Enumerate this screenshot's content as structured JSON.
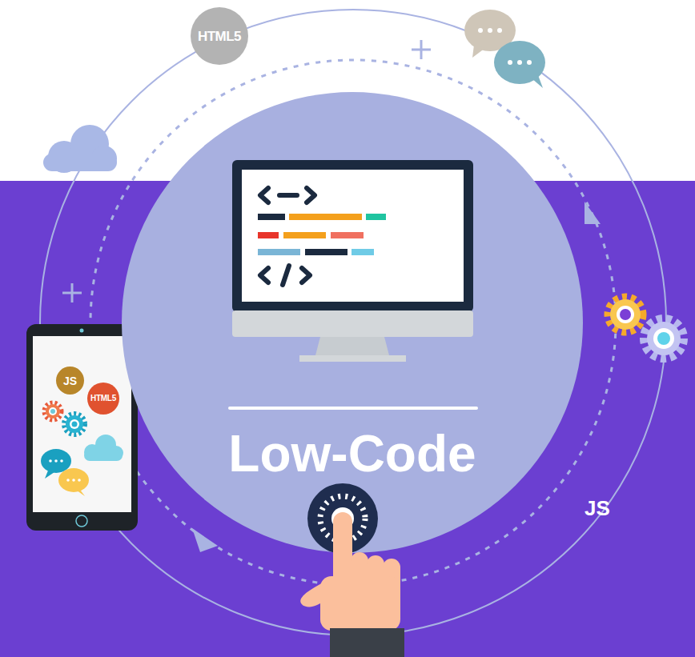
{
  "diagram": {
    "nodes": [
      {
        "text": [
          "HTML5"
        ]
      },
      {
        "text": [
          "Low-Code"
        ]
      },
      {
        "text": [
          "JS"
        ]
      },
      {
        "text": [
          "HTML5"
        ]
      }
    ],
    "labels": [
      "JS"
    ]
  }
}
